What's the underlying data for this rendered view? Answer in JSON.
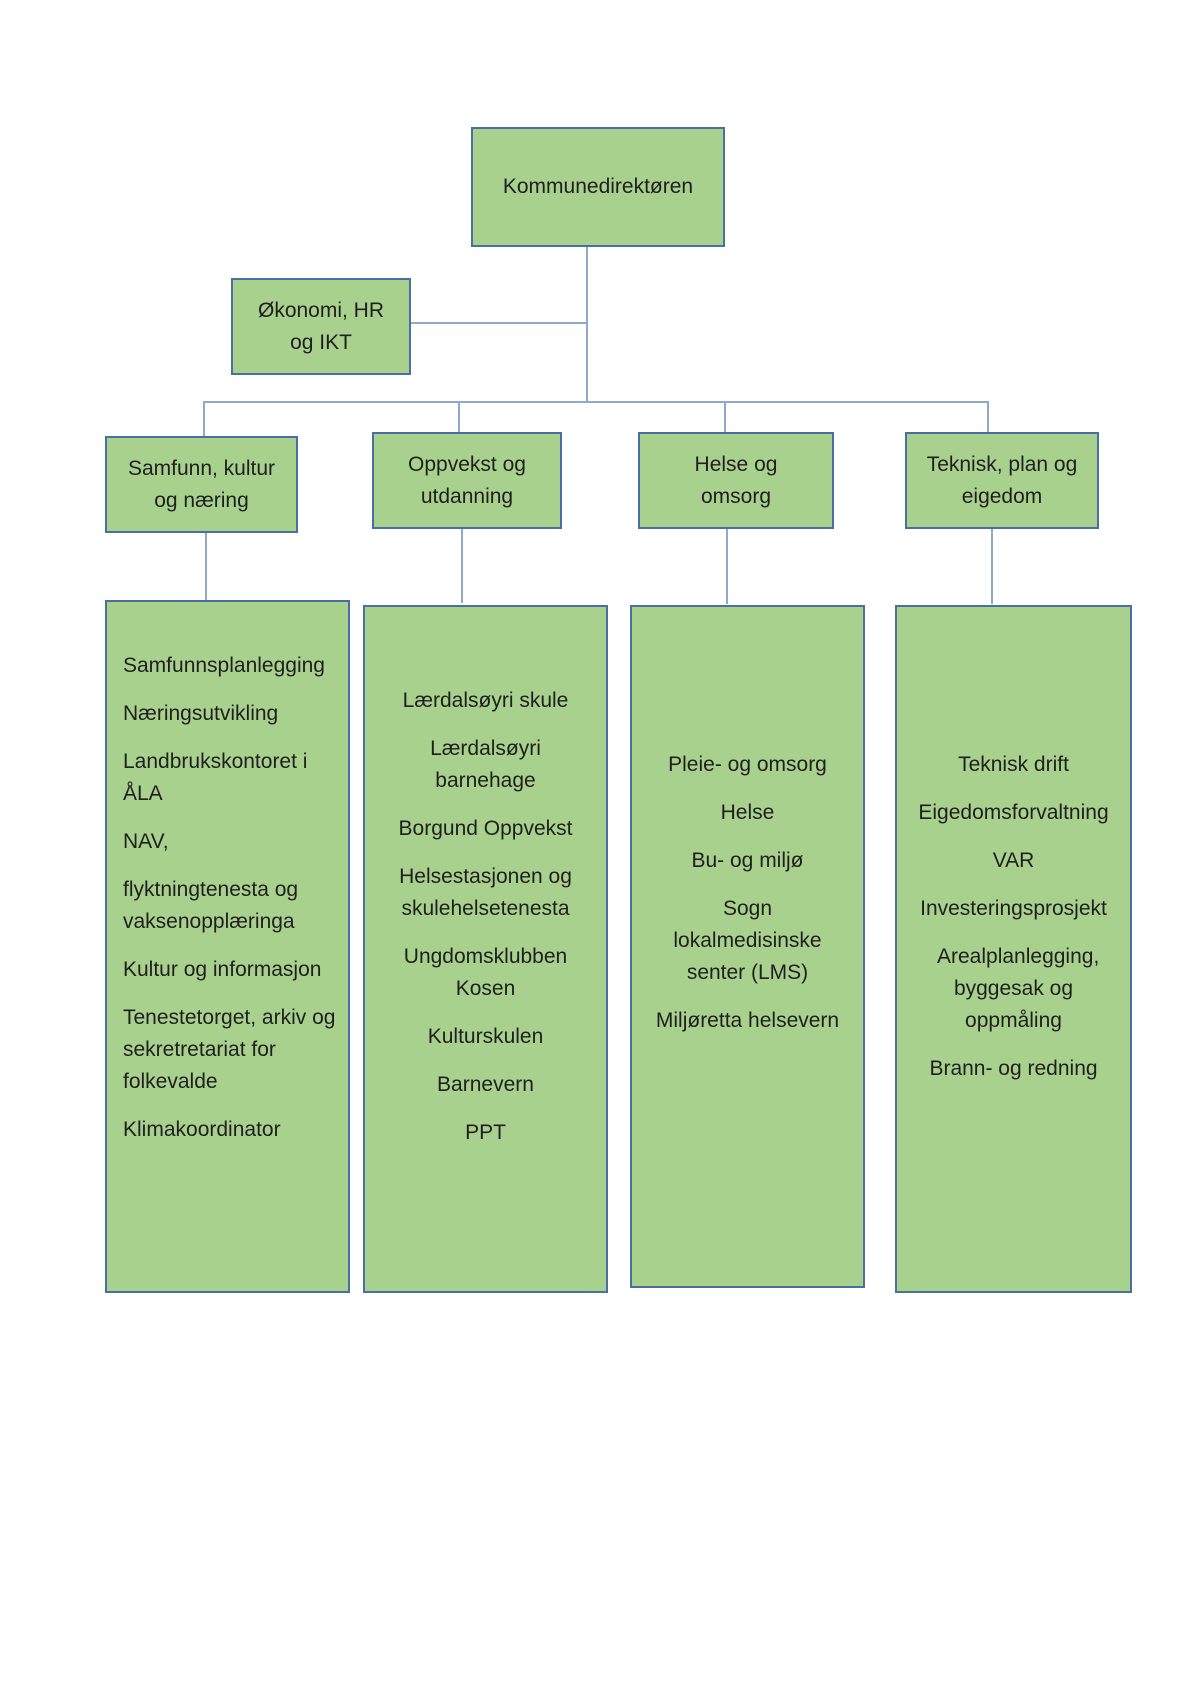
{
  "top": {
    "label": "Kommunedirektøren"
  },
  "staff": {
    "label_line1": "Økonomi, HR",
    "label_line2": "og IKT"
  },
  "divisions": [
    {
      "line1": "Samfunn, kultur",
      "line2": "og næring"
    },
    {
      "line1": "Oppvekst og",
      "line2": "utdanning"
    },
    {
      "line1": "Helse og",
      "line2": "omsorg"
    },
    {
      "line1": "Teknisk, plan og",
      "line2": "eigedom"
    }
  ],
  "units": [
    [
      "Samfunnsplanlegging",
      "Næringsutvikling",
      "Landbrukskontoret i ÅLA",
      "NAV,",
      "flyktningtenesta og vaksenopplæringa",
      "Kultur og informasjon",
      "Tenestetorget, arkiv og sekretretariat for folkevalde",
      "Klimakoordinator"
    ],
    [
      "Lærdalsøyri skule",
      "Lærdalsøyri barnehage",
      "Borgund Oppvekst",
      "Helsestasjonen og skulehelsetenesta",
      "Ungdomsklubben Kosen",
      "Kulturskulen",
      "Barnevern",
      "PPT"
    ],
    [
      "Pleie- og omsorg",
      "Helse",
      "Bu- og miljø",
      "Sogn lokalmedisinske senter (LMS)",
      "Miljøretta helsevern"
    ],
    [
      "Teknisk drift",
      "Eigedomsforvaltning",
      "VAR",
      "Investeringsprosjekt",
      "Arealplanlegging, byggesak og oppmåling",
      "Brann- og redning"
    ]
  ]
}
